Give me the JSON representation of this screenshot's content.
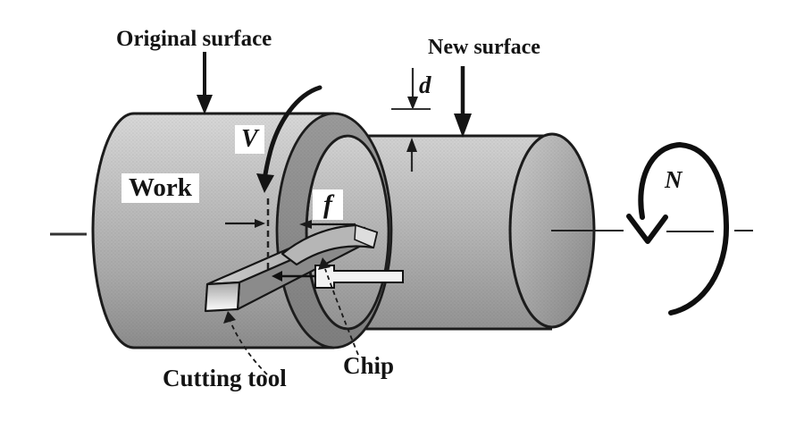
{
  "figure": {
    "labels": {
      "original_surface": "Original surface",
      "new_surface": "New surface",
      "depth_symbol": "d",
      "velocity_symbol": "V",
      "work": "Work",
      "feed_symbol": "f",
      "rotation_symbol": "N",
      "cutting_tool": "Cutting tool",
      "chip": "Chip"
    },
    "colors": {
      "background": "#ffffff",
      "outline": "#1c1c1c",
      "cylinder_light": "#d6d6d6",
      "cylinder_mid": "#b2b2b2",
      "cylinder_dark": "#8f8f8f",
      "shoulder_band_light": "#9a9a9a",
      "shoulder_band_dark": "#7e7e7e",
      "tool_front_highlight": "#fdfdfd",
      "text": "#141414"
    }
  }
}
